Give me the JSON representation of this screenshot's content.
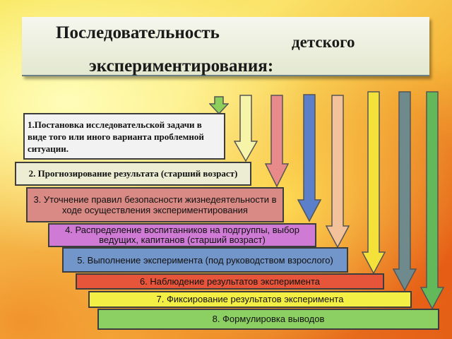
{
  "title": {
    "line1": "Последовательность",
    "line1_right": "детского",
    "line2": "экспериментирования:"
  },
  "steps": [
    {
      "text": "1.Постановка исследовательской задачи в виде того или иного варианта проблемной ситуации.",
      "color": "#f2f2f2"
    },
    {
      "text": "2. Прогнозирование результата (старший возраст)",
      "color": "#ecedd3"
    },
    {
      "text": "3. Уточнение правил безопасности жизнедеятельности в ходе осуществления экспериментирования",
      "color": "#d98a85"
    },
    {
      "text": "4. Распределение воспитанников на подгруппы, выбор ведущих, капитанов (старший возраст)",
      "color": "#cf7ad4"
    },
    {
      "text": "5. Выполнение эксперимента (под руководством взрослого)",
      "color": "#7296c9"
    },
    {
      "text": "6. Наблюдение результатов эксперимента",
      "color": "#e6553a"
    },
    {
      "text": "7. Фиксирование результатов эксперимента",
      "color": "#f3ef44"
    },
    {
      "text": "8. Формулировка выводов",
      "color": "#8ccf62"
    }
  ],
  "arrows": [
    {
      "name": "green-small",
      "color": "#8ccf5a"
    },
    {
      "name": "light-yellow",
      "color": "#f6f4a8"
    },
    {
      "name": "pink",
      "color": "#e98a8a"
    },
    {
      "name": "blue",
      "color": "#5b7fc8"
    },
    {
      "name": "peach",
      "color": "#f3c29a"
    },
    {
      "name": "yellow",
      "color": "#f4e23a"
    },
    {
      "name": "gray",
      "color": "#6e8a8c"
    },
    {
      "name": "green",
      "color": "#63b85a"
    }
  ]
}
